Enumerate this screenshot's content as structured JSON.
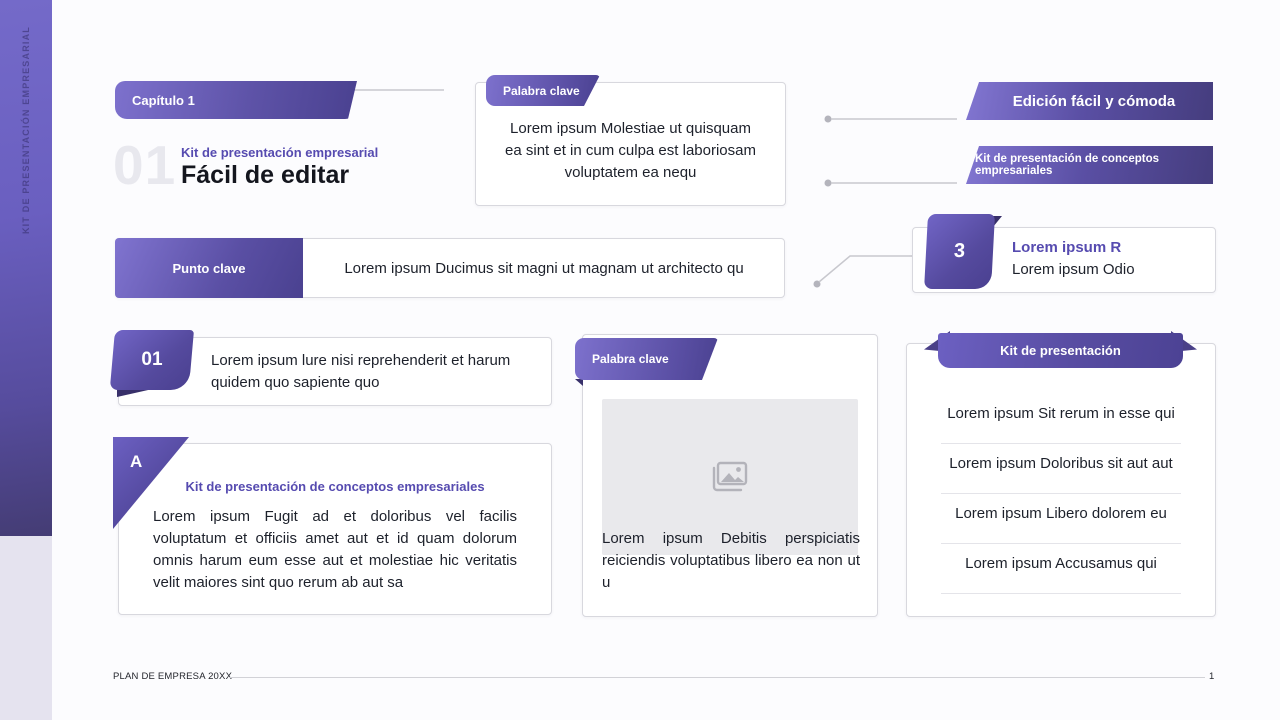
{
  "slide": {
    "sidebar": {
      "vertical_label": "KIT DE PRESENTACIÓN EMPRESARIAL"
    },
    "header": {
      "chapter_tag": "Capítulo 1",
      "chapter_number": "01",
      "kicker": "Kit de presentación empresarial",
      "title": "Fácil de editar"
    },
    "keyword_box_top": {
      "tab": "Palabra clave",
      "body": "Lorem ipsum Molestiae ut quisquam ea sint et in cum culpa est laboriosam voluptatem ea nequ"
    },
    "banners": {
      "first": "Edición fácil y cómoda",
      "second": "Kit de presentación de conceptos empresariales"
    },
    "keypoint_bar": {
      "label": "Punto clave",
      "body": "Lorem ipsum Ducimus sit magni ut magnam ut architecto qu"
    },
    "numbered_card": {
      "number": "3",
      "title": "Lorem ipsum R",
      "subtitle": "Lorem ipsum Odio"
    },
    "item_card": {
      "badge": "01",
      "body": "Lorem ipsum lure nisi reprehenderit et harum quidem quo sapiente quo"
    },
    "letter_card": {
      "badge": "A",
      "title": "Kit de presentación de conceptos empresariales",
      "body": "Lorem ipsum Fugit ad et doloribus vel facilis voluptatum et officiis amet aut et id quam dolorum omnis harum eum esse aut et molestiae hic veritatis velit maiores sint quo rerum ab aut sa"
    },
    "keyword_box_bottom": {
      "tab": "Palabra clave",
      "image_icon": "image-placeholder-icon",
      "body": "Lorem ipsum Debitis perspiciatis reiciendis voluptatibus libero ea non ut u"
    },
    "list_card": {
      "ribbon": "Kit de presentación",
      "items": [
        "Lorem ipsum Sit rerum in esse qui",
        "Lorem ipsum Doloribus sit aut aut",
        "Lorem ipsum Libero dolorem eu",
        "Lorem ipsum Accusamus qui"
      ]
    },
    "footer": {
      "left": "PLAN DE EMPRESA 20XX",
      "page": "1"
    },
    "colors": {
      "accent_dark": "#453d7e",
      "accent": "#5a4fa4",
      "accent_light": "#867ad6",
      "accent_text": "#564bb0",
      "body_text": "#1d212b",
      "muted_number": "#e8e8ee",
      "sidebar_bottom": "#e5e3ef"
    }
  }
}
